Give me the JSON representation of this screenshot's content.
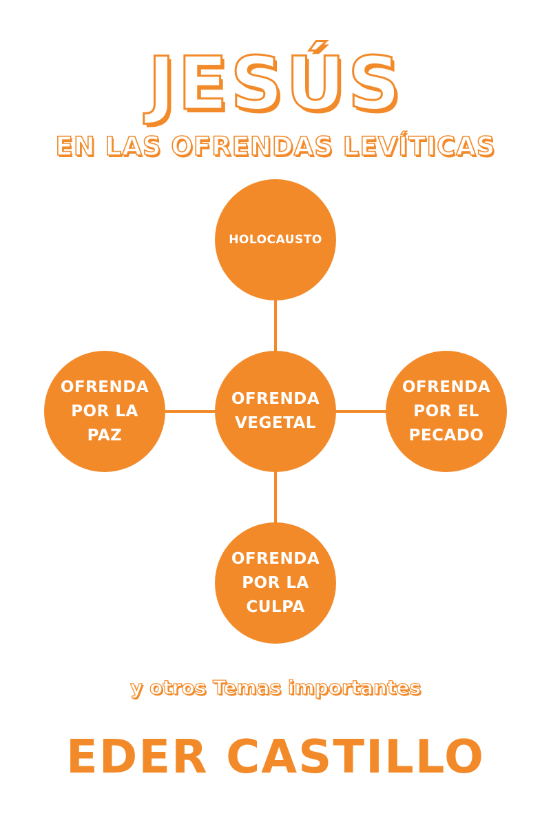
{
  "book": {
    "title": "JESÚS",
    "subtitle": "EN LAS OFRENDAS LEVÍTICAS",
    "tagline": "y otros Temas importantes",
    "author": "EDER CASTILLO"
  },
  "diagram": {
    "top": "HOLOCAUSTO",
    "left": "OFRENDA\nPOR LA\nPAZ",
    "center": "OFRENDA\nVEGETAL",
    "right": "OFRENDA\nPOR EL\nPECADO",
    "bottom": "OFRENDA\nPOR LA\nCULPA"
  },
  "colors": {
    "accent": "#f28a2a",
    "background": "#ffffff",
    "label_text": "#ffffff"
  }
}
